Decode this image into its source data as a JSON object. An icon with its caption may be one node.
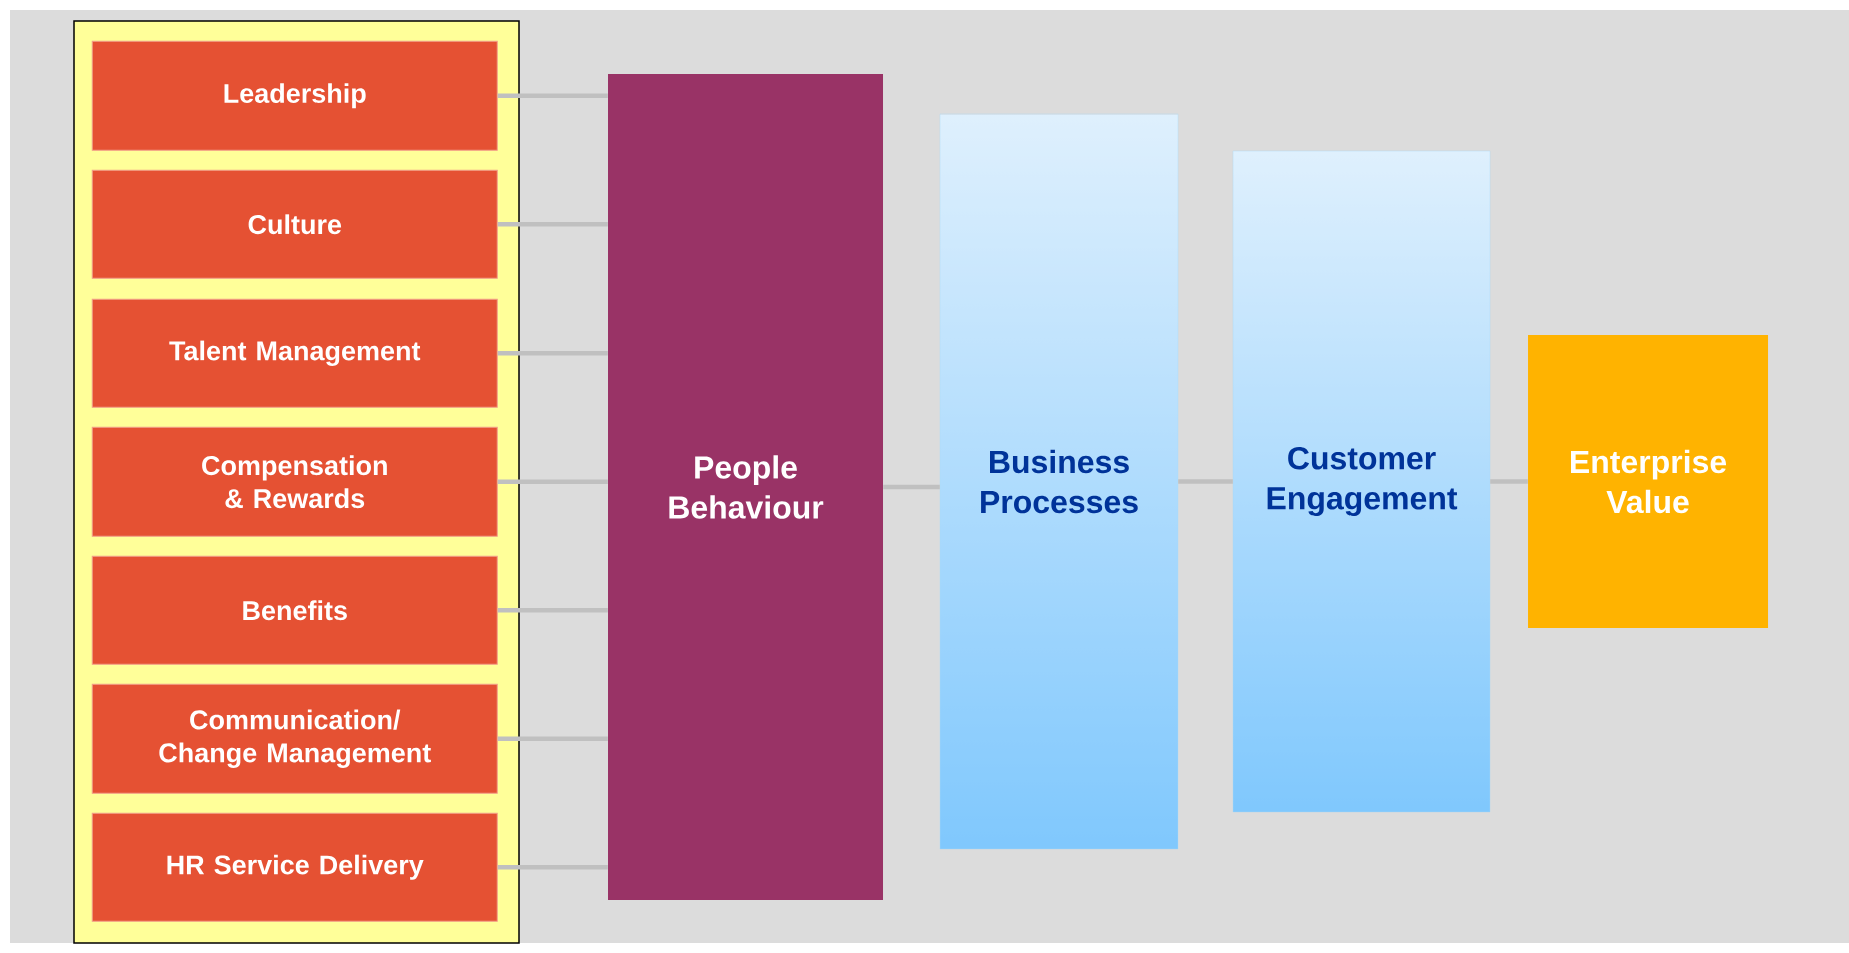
{
  "diagram": {
    "nodes": [
      {
        "text": [],
        "shape": "box"
      },
      {
        "text": [
          "Leadership"
        ],
        "in": 0
      },
      {
        "text": [
          "Culture"
        ],
        "in": 0
      },
      {
        "text": [
          "Talent Management"
        ],
        "in": 0
      },
      {
        "text": [
          "Compensation & Rewards"
        ],
        "in": 0
      },
      {
        "text": [
          "Benefits"
        ],
        "in": 0
      },
      {
        "text": [
          "Communication/ Change Management"
        ],
        "in": 0
      },
      {
        "text": [
          "HR Service Delivery"
        ],
        "in": 0
      },
      {
        "text": [
          "People Behaviour"
        ]
      },
      {
        "text": [
          "Business Processes"
        ]
      },
      {
        "text": [
          "Customer Engagement"
        ]
      },
      {
        "text": [
          "Enterprise Value"
        ]
      }
    ],
    "edges": [
      {
        "from": 1,
        "to": 8,
        "arrow": "none"
      },
      {
        "from": 2,
        "to": 8,
        "arrow": "none"
      },
      {
        "from": 3,
        "to": 8,
        "arrow": "none"
      },
      {
        "from": 4,
        "to": 8,
        "arrow": "none"
      },
      {
        "from": 5,
        "to": 8,
        "arrow": "none"
      },
      {
        "from": 6,
        "to": 8,
        "arrow": "none"
      },
      {
        "from": 7,
        "to": 8,
        "arrow": "none"
      },
      {
        "from": 8,
        "to": 9,
        "arrow": "none"
      },
      {
        "from": 9,
        "to": 10,
        "arrow": "none"
      },
      {
        "from": 10,
        "to": 11,
        "arrow": "none"
      }
    ]
  }
}
